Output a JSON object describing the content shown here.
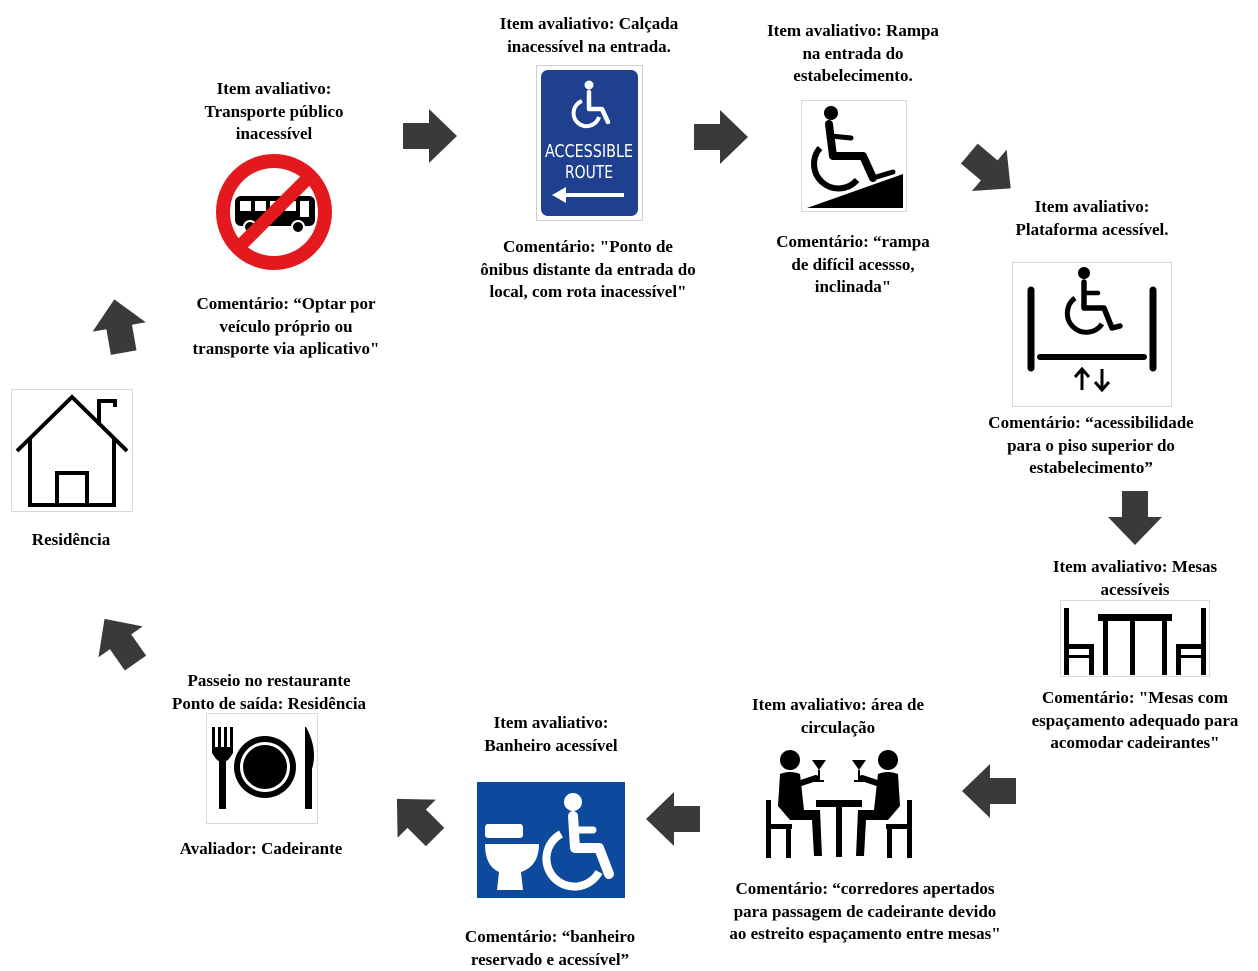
{
  "steps": {
    "residencia": {
      "label": "Residência"
    },
    "transporte": {
      "item": [
        "Item avaliativo:",
        "Transporte público",
        "inacessível"
      ],
      "comment": [
        "Comentário: “Optar por",
        "veículo próprio ou",
        "transporte via aplicativo\""
      ]
    },
    "calcada": {
      "item": [
        "Item avaliativo: Calçada",
        "inacessível na entrada."
      ],
      "sign_text": [
        "ACCESSIBLE",
        "ROUTE"
      ],
      "comment": [
        "Comentário: \"Ponto de",
        "ônibus distante da entrada do",
        "local, com rota inacessível\""
      ]
    },
    "rampa": {
      "item": [
        "Item avaliativo: Rampa",
        "na entrada do",
        "estabelecimento."
      ],
      "comment": [
        "Comentário: “rampa",
        "de difícil acessso,",
        "inclinada\""
      ]
    },
    "plataforma": {
      "item": [
        "Item avaliativo:",
        "Plataforma acessível."
      ],
      "comment": [
        "Comentário: “acessibilidade",
        "para o piso superior do",
        "estabelecimento”"
      ]
    },
    "mesas": {
      "item": [
        "Item avaliativo: Mesas",
        "acessíveis"
      ],
      "comment": [
        "Comentário: \"Mesas com",
        "espaçamento adequado para",
        "acomodar cadeirantes\""
      ]
    },
    "circulacao": {
      "item": [
        "Item avaliativo: área de",
        "circulação"
      ],
      "comment": [
        "Comentário: “corredores apertados",
        "para passagem de cadeirante devido",
        "ao estreito espaçamento entre mesas\""
      ]
    },
    "banheiro": {
      "item": [
        "Item avaliativo:",
        "Banheiro acessível"
      ],
      "comment": [
        "Comentário: “banheiro",
        "reservado e acessível”"
      ]
    },
    "restaurante": {
      "item": [
        "Passeio no restaurante",
        "Ponto de saída: Residência"
      ],
      "comment": [
        "Avaliador: Cadeirante"
      ]
    }
  },
  "colors": {
    "arrow": "#3a3a3a",
    "sign_blue": "#1f3f8f",
    "toilet_blue": "#0d4a9e",
    "no_red": "#e3191d"
  },
  "icons": [
    "house-icon",
    "no-bus-icon",
    "accessible-route-sign-icon",
    "ramp-wheelchair-icon",
    "platform-lift-icon",
    "table-chairs-icon",
    "people-at-table-icon",
    "accessible-toilet-icon",
    "plate-cutlery-icon"
  ]
}
